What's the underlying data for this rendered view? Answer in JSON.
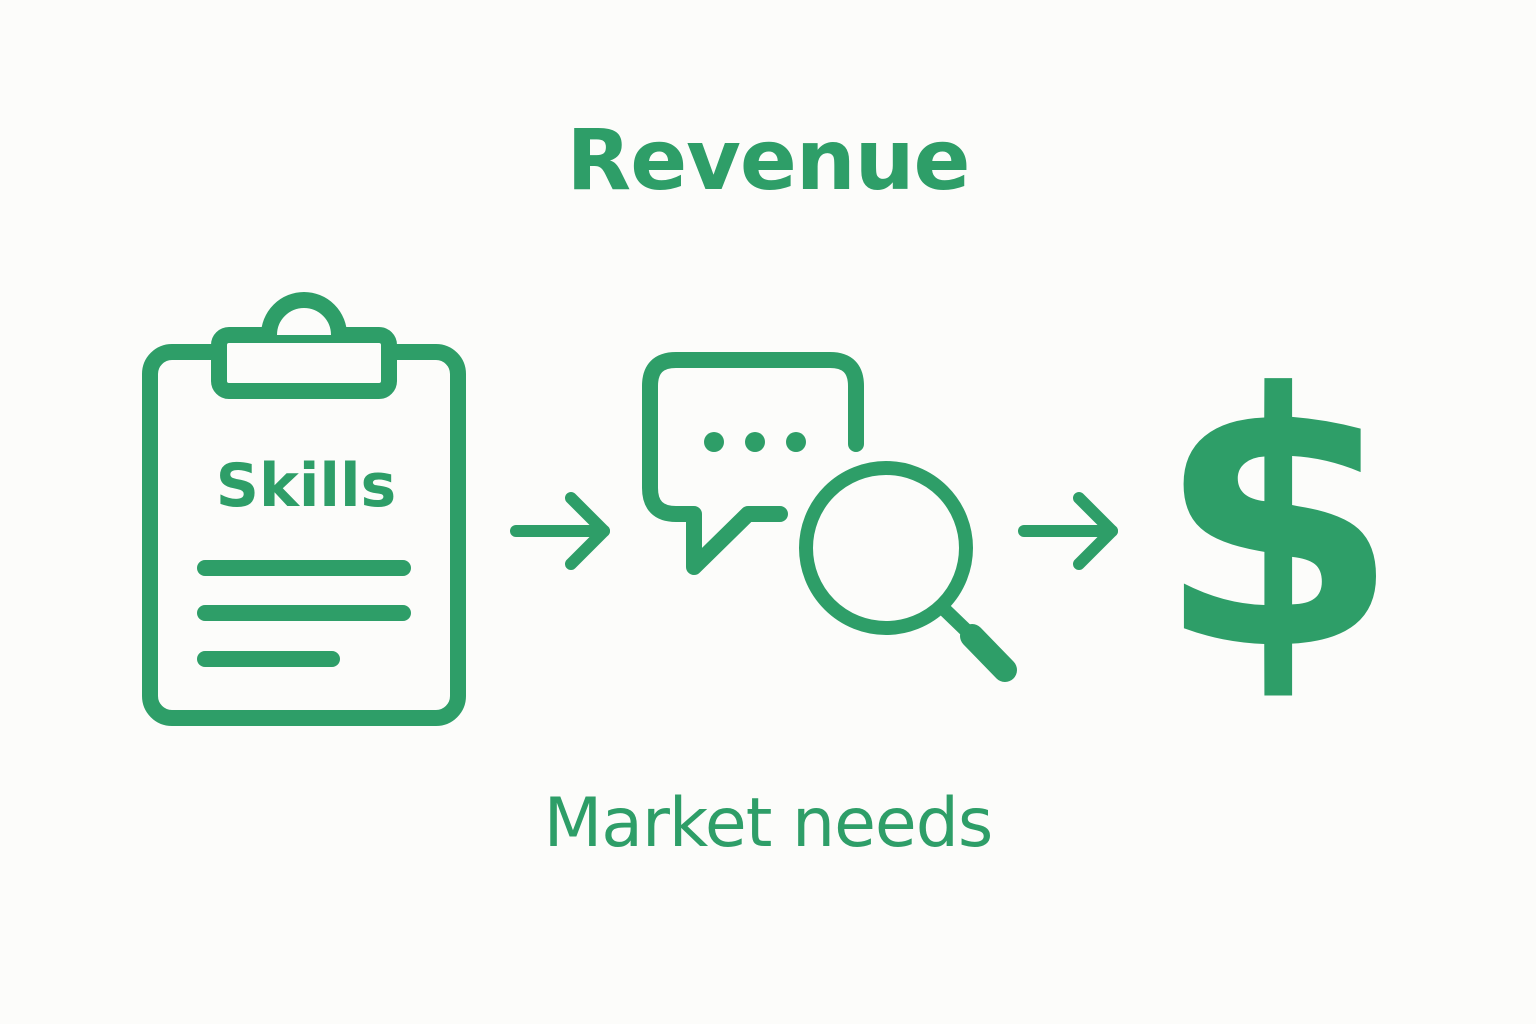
{
  "diagram": {
    "title": "Revenue",
    "footer": "Market needs",
    "accent_color": "#2e9e68",
    "steps": [
      {
        "icon": "clipboard-icon",
        "label": "Skills"
      },
      {
        "icon": "chat-search-icon",
        "label": ""
      },
      {
        "icon": "dollar-icon",
        "symbol": "$"
      }
    ],
    "connectors": [
      "arrow-right-icon",
      "arrow-right-icon"
    ]
  }
}
